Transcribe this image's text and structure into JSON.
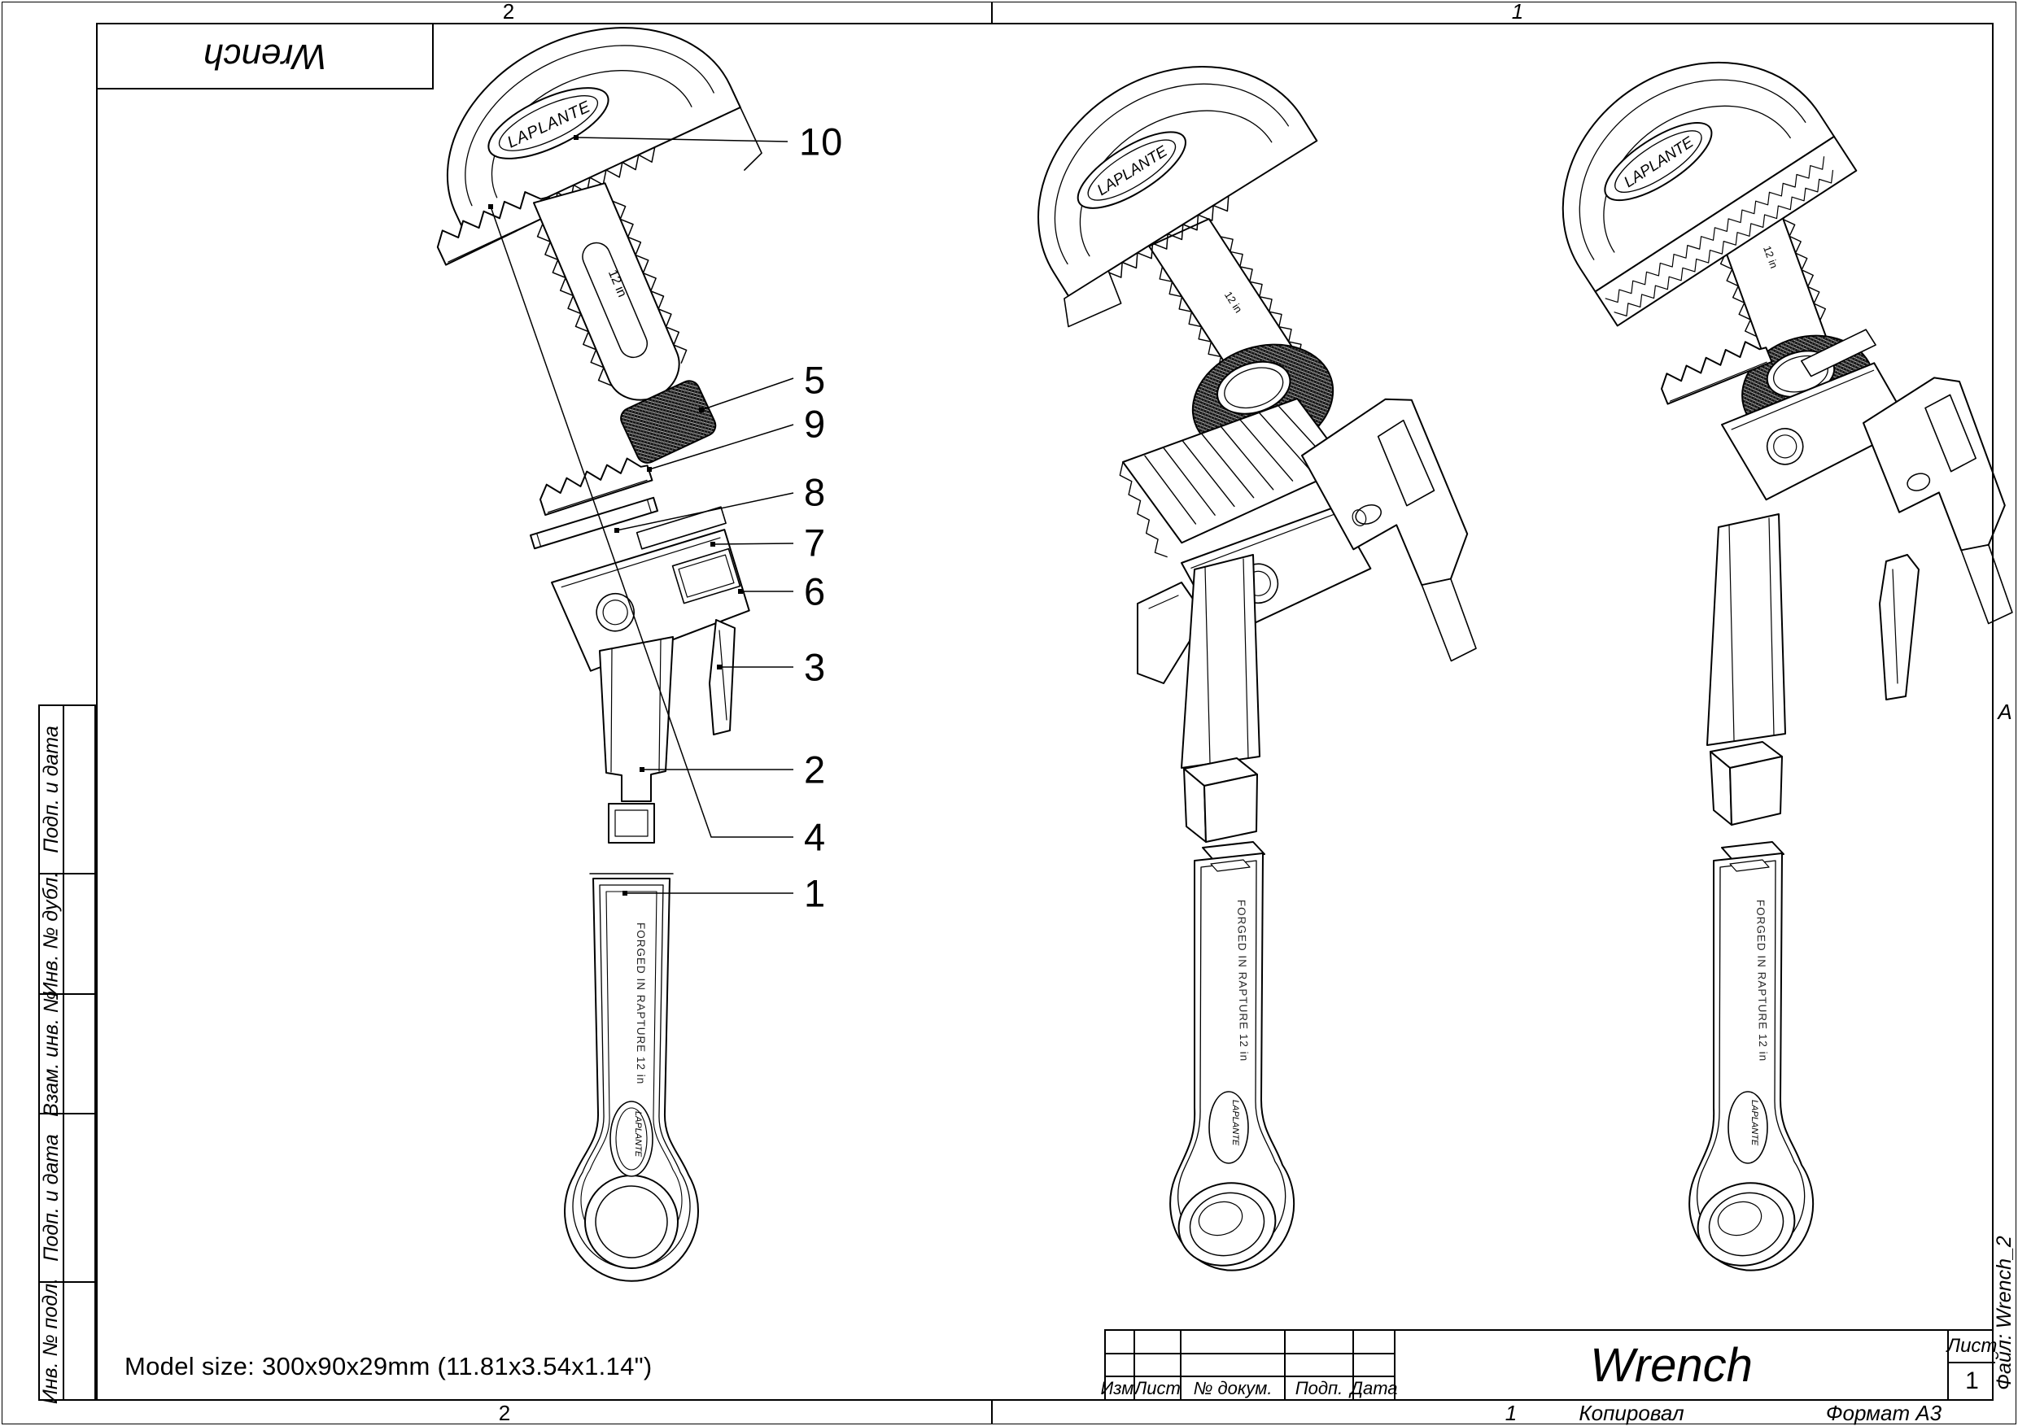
{
  "sheet": {
    "corner_title": "Wrench",
    "model_size": "Model size: 300x90x29mm (11.81x3.54x1.14\")",
    "file_note": "Файл: Wrench_2",
    "zone_letter": "A",
    "zones": {
      "top_left": "2",
      "top_right": "1",
      "bottom_left": "2",
      "bottom_right": "1"
    },
    "footer": {
      "copied": "Копировал",
      "format": "Формат A3"
    }
  },
  "side_column": {
    "cells": [
      "Подп. и дата",
      "Инв. № дубл.",
      "Взам. инв. №",
      "Подп. и дата",
      "Инв. № подл."
    ]
  },
  "title_block": {
    "headers": [
      "Изм.",
      "Лист",
      "№ докум.",
      "Подп.",
      "Дата"
    ],
    "name": "Wrench",
    "sheet_label": "Лист",
    "sheet_number": "1"
  },
  "callouts": [
    "10",
    "5",
    "9",
    "8",
    "7",
    "6",
    "3",
    "2",
    "4",
    "1"
  ],
  "part_marks": {
    "brand": "LAPLANTE",
    "size_label": "12 in",
    "forged_line": "FORGED IN RAPTURE  12 in"
  }
}
